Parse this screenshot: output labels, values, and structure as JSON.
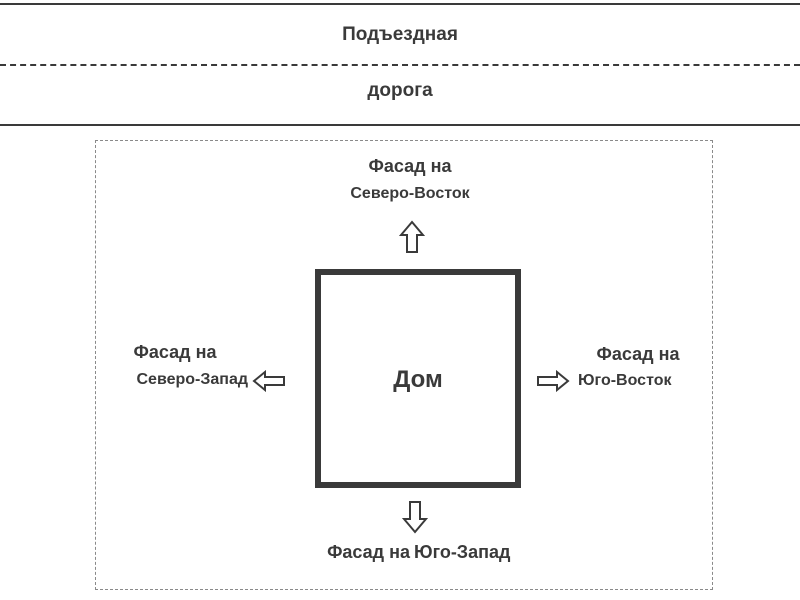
{
  "road": {
    "label_line1": "Подъездная",
    "label_line2": "дорога"
  },
  "house": {
    "label": "Дом"
  },
  "facades": {
    "northeast": {
      "line1": "Фасад на",
      "line2": "Северо-Восток"
    },
    "northwest": {
      "line1": "Фасад на",
      "line2": "Северо-Запад"
    },
    "southeast": {
      "line1": "Фасад на",
      "line2": "Юго-Восток"
    },
    "southwest": {
      "line1": "Фасад на",
      "line2": "Юго-Запад"
    }
  },
  "icons": {
    "north": "arrow-up-icon",
    "west": "arrow-left-icon",
    "east": "arrow-right-icon",
    "south": "arrow-down-icon"
  },
  "colors": {
    "line": "#3a3a3a",
    "boundary": "#8a8a8a",
    "background": "#ffffff"
  }
}
